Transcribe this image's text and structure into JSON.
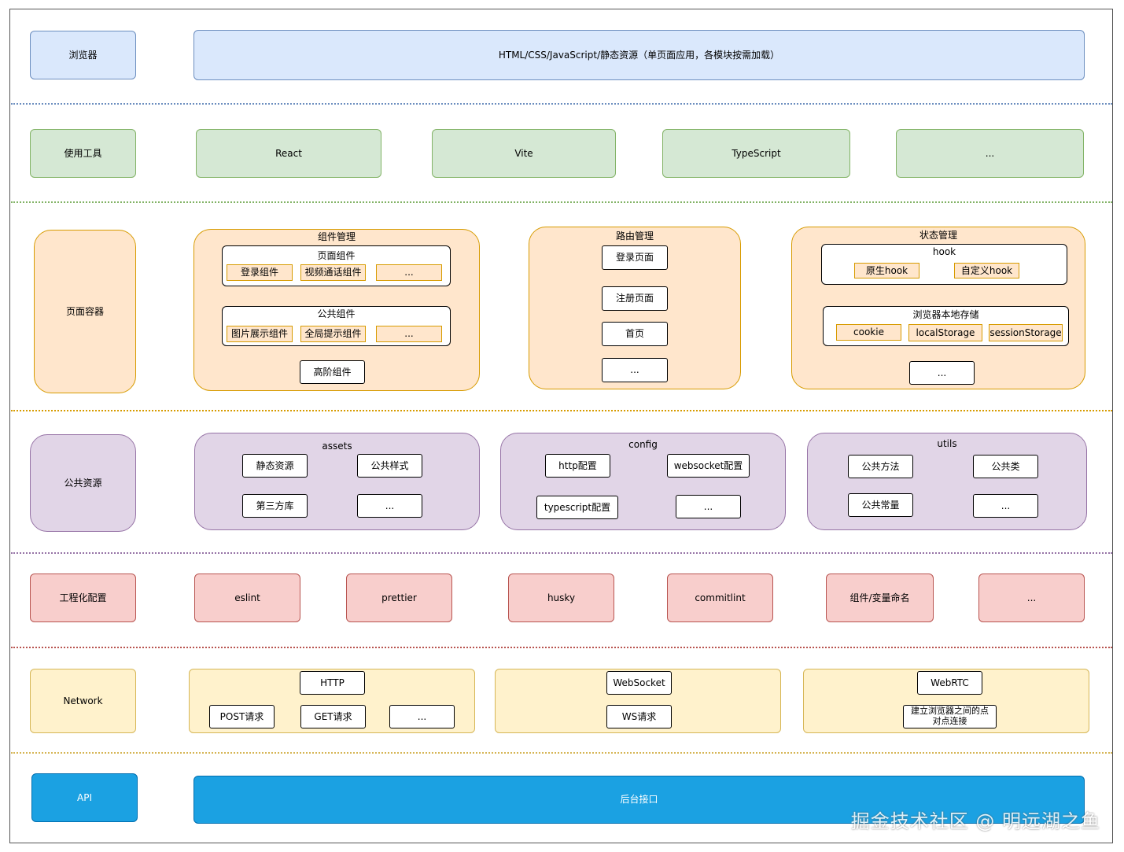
{
  "rows": {
    "browser": {
      "label": "浏览器",
      "content": "HTML/CSS/JavaScript/静态资源（单页面应用，各模块按需加载）"
    },
    "tools": {
      "label": "使用工具",
      "items": [
        "React",
        "Vite",
        "TypeScript",
        "..."
      ]
    },
    "page_container": {
      "label": "页面容器",
      "component_mgmt": {
        "title": "组件管理",
        "page_components": {
          "title": "页面组件",
          "items": [
            "登录组件",
            "视频通话组件",
            "..."
          ]
        },
        "public_components": {
          "title": "公共组件",
          "items": [
            "图片展示组件",
            "全局提示组件",
            "..."
          ]
        },
        "hoc": "高阶组件"
      },
      "routing": {
        "title": "路由管理",
        "items": [
          "登录页面",
          "注册页面",
          "首页",
          "..."
        ]
      },
      "state": {
        "title": "状态管理",
        "hook": {
          "title": "hook",
          "items": [
            "原生hook",
            "自定义hook"
          ]
        },
        "storage": {
          "title": "浏览器本地存储",
          "items": [
            "cookie",
            "localStorage",
            "sessionStorage"
          ]
        },
        "more": "..."
      }
    },
    "public_resources": {
      "label": "公共资源",
      "assets": {
        "title": "assets",
        "items": [
          "静态资源",
          "公共样式",
          "第三方库",
          "..."
        ]
      },
      "config": {
        "title": "config",
        "items": [
          "http配置",
          "websocket配置",
          "typescript配置",
          "..."
        ]
      },
      "utils": {
        "title": "utils",
        "items": [
          "公共方法",
          "公共类",
          "公共常量",
          "..."
        ]
      }
    },
    "engineering": {
      "label": "工程化配置",
      "items": [
        "eslint",
        "prettier",
        "husky",
        "commitlint",
        "组件/变量命名",
        "..."
      ]
    },
    "network": {
      "label": "Network",
      "http": {
        "title": "HTTP",
        "items": [
          "POST请求",
          "GET请求",
          "..."
        ]
      },
      "websocket": {
        "title": "WebSocket",
        "items": [
          "WS请求"
        ]
      },
      "webrtc": {
        "title": "WebRTC",
        "items": [
          "建立浏览器之间的点对点连接"
        ]
      }
    },
    "api": {
      "label": "API",
      "content": "后台接口"
    }
  },
  "watermark": "掘金技术社区 @ 明远湖之鱼",
  "colors": {
    "browser_fill": "#dae8fc",
    "tools_fill": "#d5e8d4",
    "container_fill": "#ffe6cc",
    "resources_fill": "#e1d5e7",
    "engineering_fill": "#f8cecc",
    "network_fill": "#fff2cc",
    "api_fill": "#1ba1e2"
  }
}
